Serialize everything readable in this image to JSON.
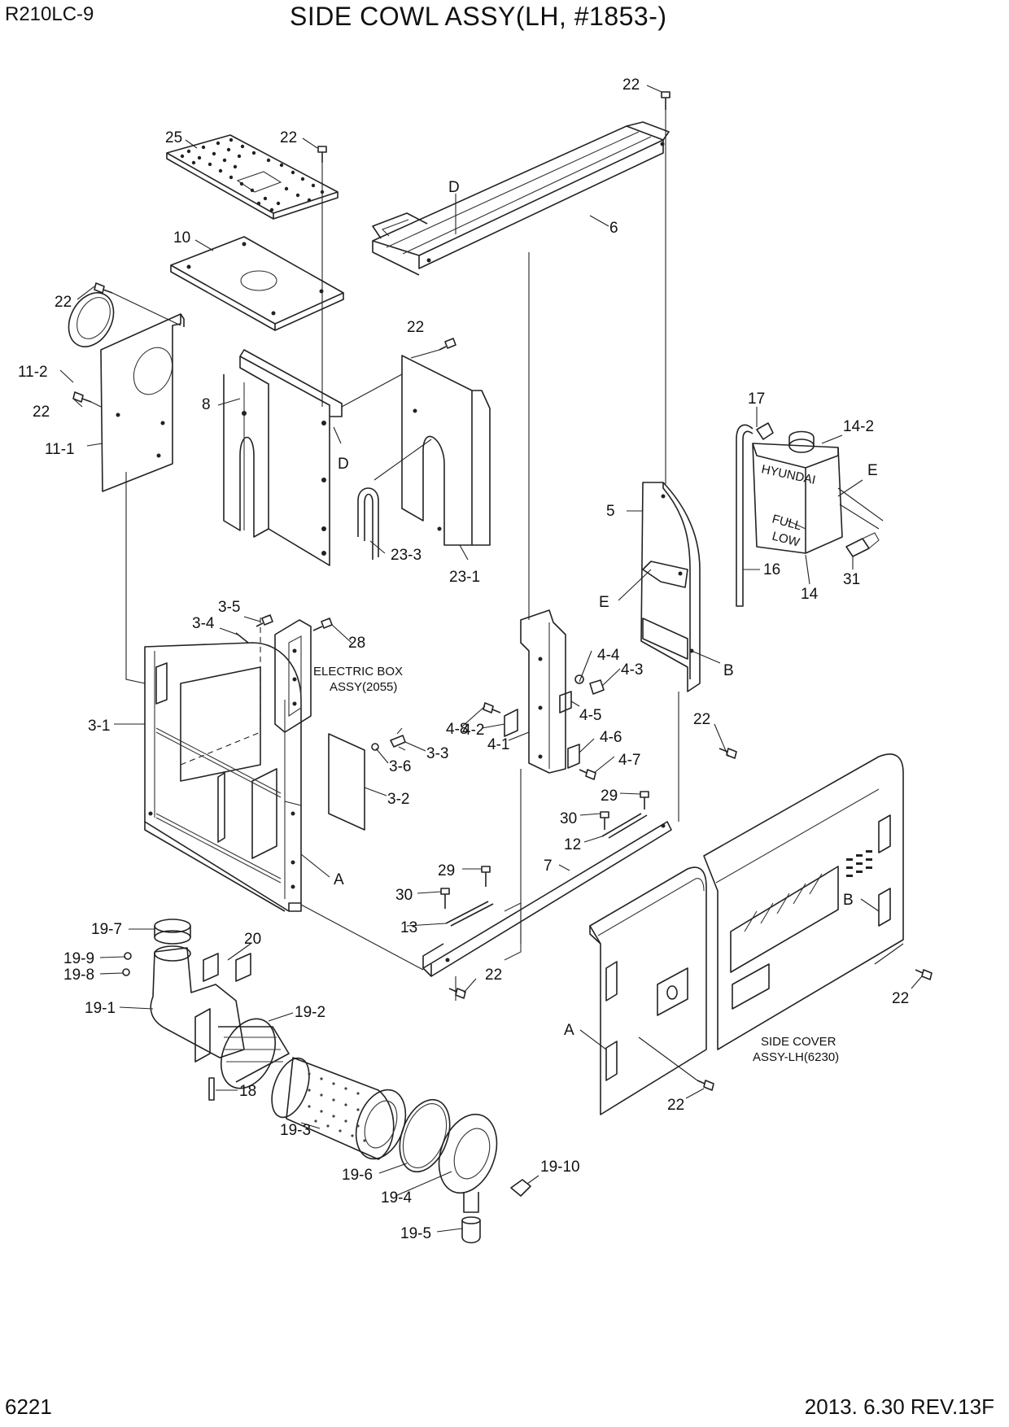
{
  "header": {
    "model": "R210LC-9",
    "title": "SIDE COWL ASSY(LH, #1853-)"
  },
  "footer": {
    "page_number": "6221",
    "revision": "2013. 6.30  REV.13F"
  },
  "notes": {
    "electric_box": [
      "ELECTRIC BOX",
      "ASSY(2055)"
    ],
    "side_cover": [
      "SIDE COVER",
      "ASSY-LH(6230)"
    ],
    "tank_brand": "HYUNDAI",
    "tank_full": "FULL",
    "tank_low": "LOW"
  },
  "callouts": {
    "c_22_top": "22",
    "c_25": "25",
    "c_22_plate": "22",
    "c_d_top": "D",
    "c_6": "6",
    "c_10": "10",
    "c_22_left": "22",
    "c_11_2": "11-2",
    "c_22_left2": "22",
    "c_11_1": "11-1",
    "c_8": "8",
    "c_d_mid": "D",
    "c_22_mid": "22",
    "c_23_3": "23-3",
    "c_23_1": "23-1",
    "c_17": "17",
    "c_14_2": "14-2",
    "c_e_tank": "E",
    "c_5": "5",
    "c_e_bracket": "E",
    "c_16": "16",
    "c_14": "14",
    "c_31": "31",
    "c_b_bracket": "B",
    "c_22_right": "22",
    "c_3_5": "3-5",
    "c_3_4": "3-4",
    "c_28": "28",
    "c_3_1": "3-1",
    "c_3_6": "3-6",
    "c_3_3": "3-3",
    "c_3_2": "3-2",
    "c_a_panel": "A",
    "c_4_4": "4-4",
    "c_4_3": "4-3",
    "c_4_8": "4-8",
    "c_4_5": "4-5",
    "c_4_2": "4-2",
    "c_4_1": "4-1",
    "c_4_6": "4-6",
    "c_4_7": "4-7",
    "c_29_a": "29",
    "c_30_a": "30",
    "c_12": "12",
    "c_29_b": "29",
    "c_7": "7",
    "c_30_b": "30",
    "c_13": "13",
    "c_22_bottom": "22",
    "c_19_7": "19-7",
    "c_20": "20",
    "c_19_9": "19-9",
    "c_19_8": "19-8",
    "c_19_1": "19-1",
    "c_19_2": "19-2",
    "c_18": "18",
    "c_19_3": "19-3",
    "c_19_6": "19-6",
    "c_19_4": "19-4",
    "c_19_10": "19-10",
    "c_19_5": "19-5",
    "c_a_cover": "A",
    "c_22_cover": "22",
    "c_b_cover": "B",
    "c_22_cover_r": "22"
  }
}
